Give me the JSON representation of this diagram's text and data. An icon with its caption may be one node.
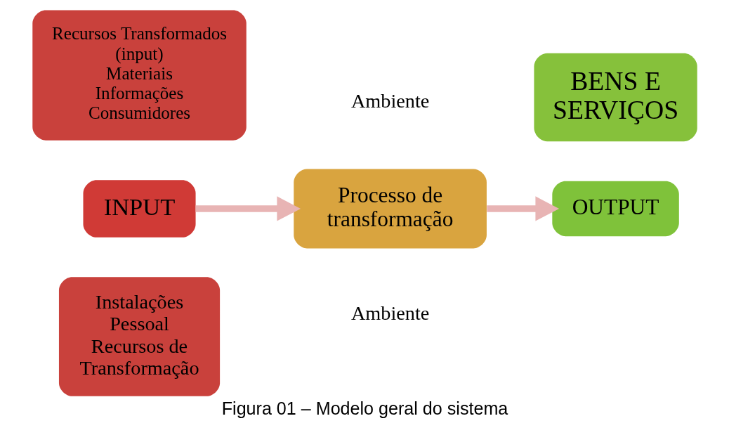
{
  "diagram": {
    "caption": "Figura 01 – Modelo geral do sistema",
    "nodes": [
      {
        "text": [
          "Recursos Transformados (input) Materiais Informações Consumidores"
        ]
      },
      {
        "text": [
          "INPUT"
        ]
      },
      {
        "text": [
          "Processo de transformação"
        ]
      },
      {
        "text": [
          "OUTPUT"
        ]
      },
      {
        "text": [
          "BENS E SERVIÇOS"
        ]
      },
      {
        "text": [
          "Instalações Pessoal Recursos de Transformação"
        ]
      }
    ],
    "edges": [
      {
        "from": 1,
        "to": 2,
        "arrow": "to"
      },
      {
        "from": 2,
        "to": 3,
        "arrow": "to"
      }
    ],
    "labels": [
      "Ambiente",
      "Ambiente"
    ]
  }
}
